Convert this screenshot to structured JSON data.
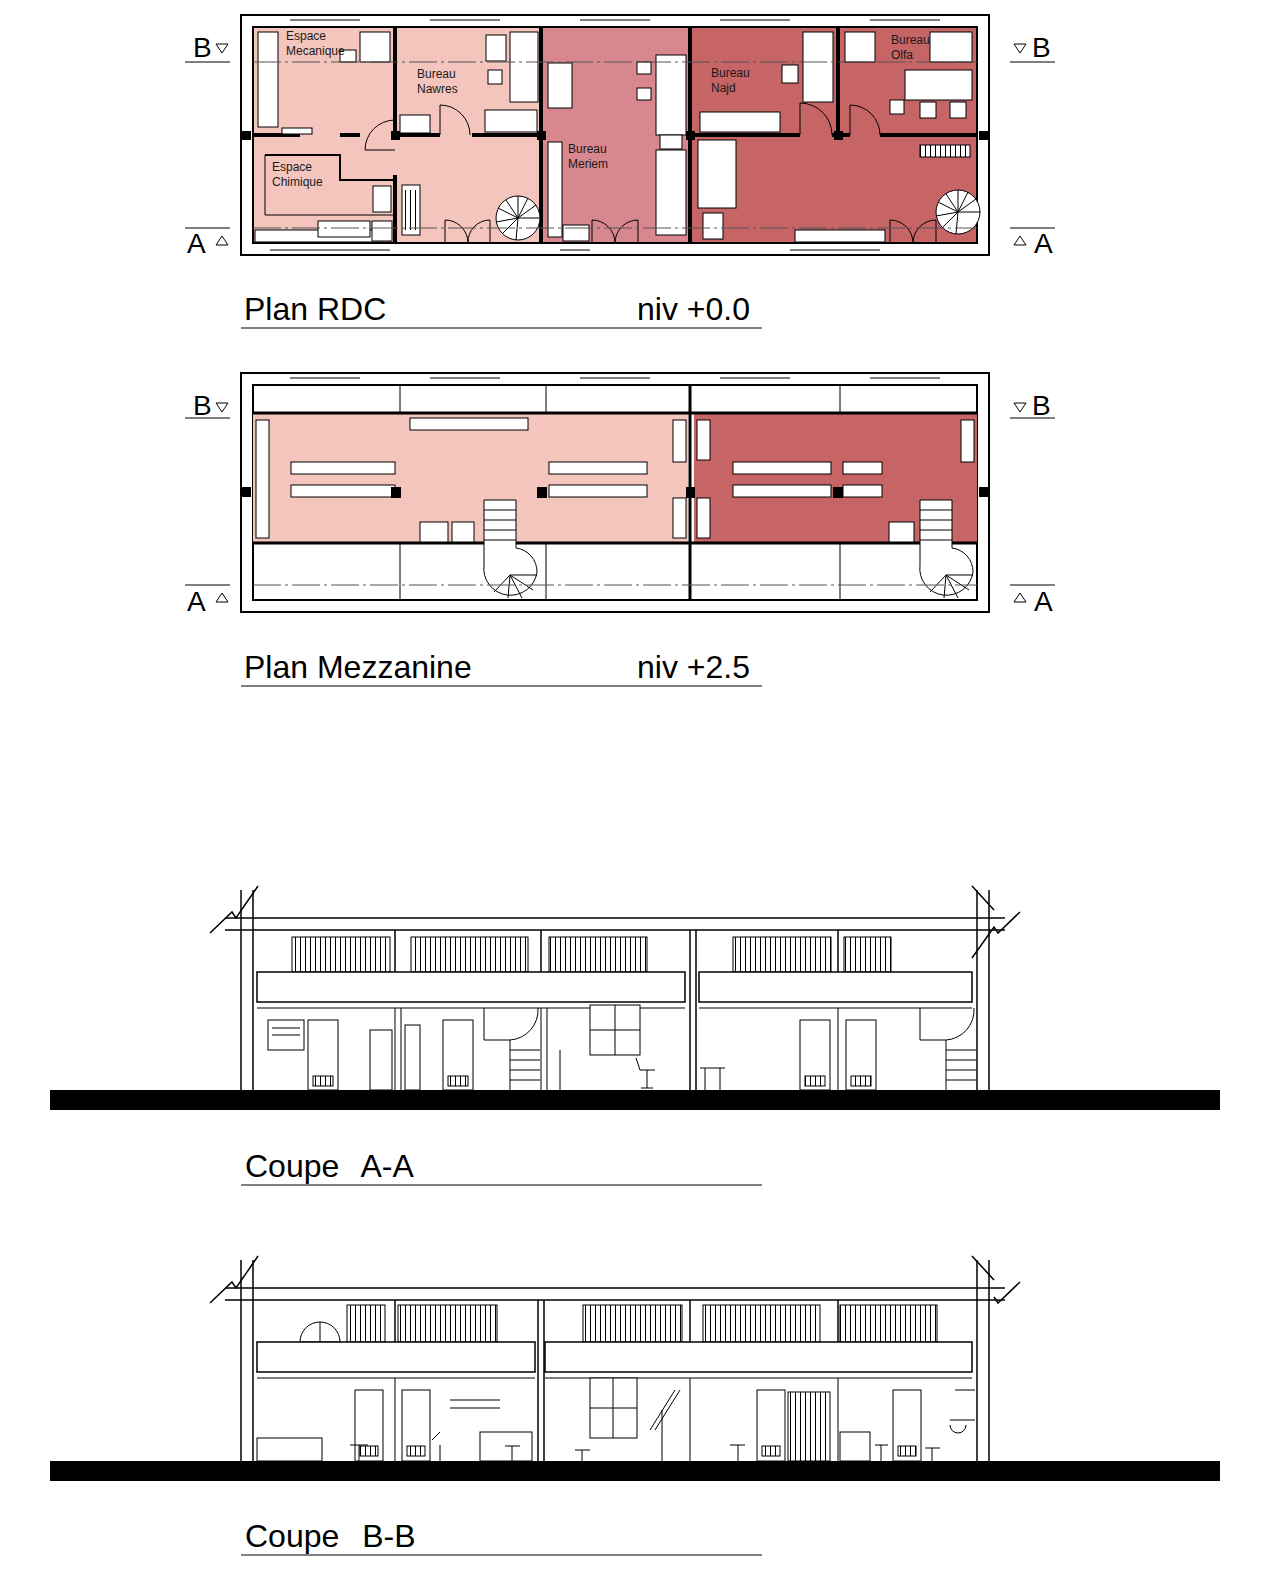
{
  "diagram": {
    "nodes": [
      {
        "text": [
          "Espace Mecanique"
        ]
      },
      {
        "text": [
          "Bureau Nawres"
        ]
      },
      {
        "text": [
          "Espace Chimique"
        ]
      },
      {
        "text": [
          "Bureau Meriem"
        ]
      },
      {
        "text": [
          "Bureau Najd"
        ]
      },
      {
        "text": [
          "Bureau Olfa"
        ]
      }
    ],
    "labels": [
      "B",
      "B",
      "A",
      "A",
      "Plan RDC",
      "niv +0.0",
      "B",
      "B",
      "A",
      "A",
      "Plan Mezzanine",
      "niv +2.5",
      "Coupe A-A",
      "Coupe B-B"
    ]
  }
}
